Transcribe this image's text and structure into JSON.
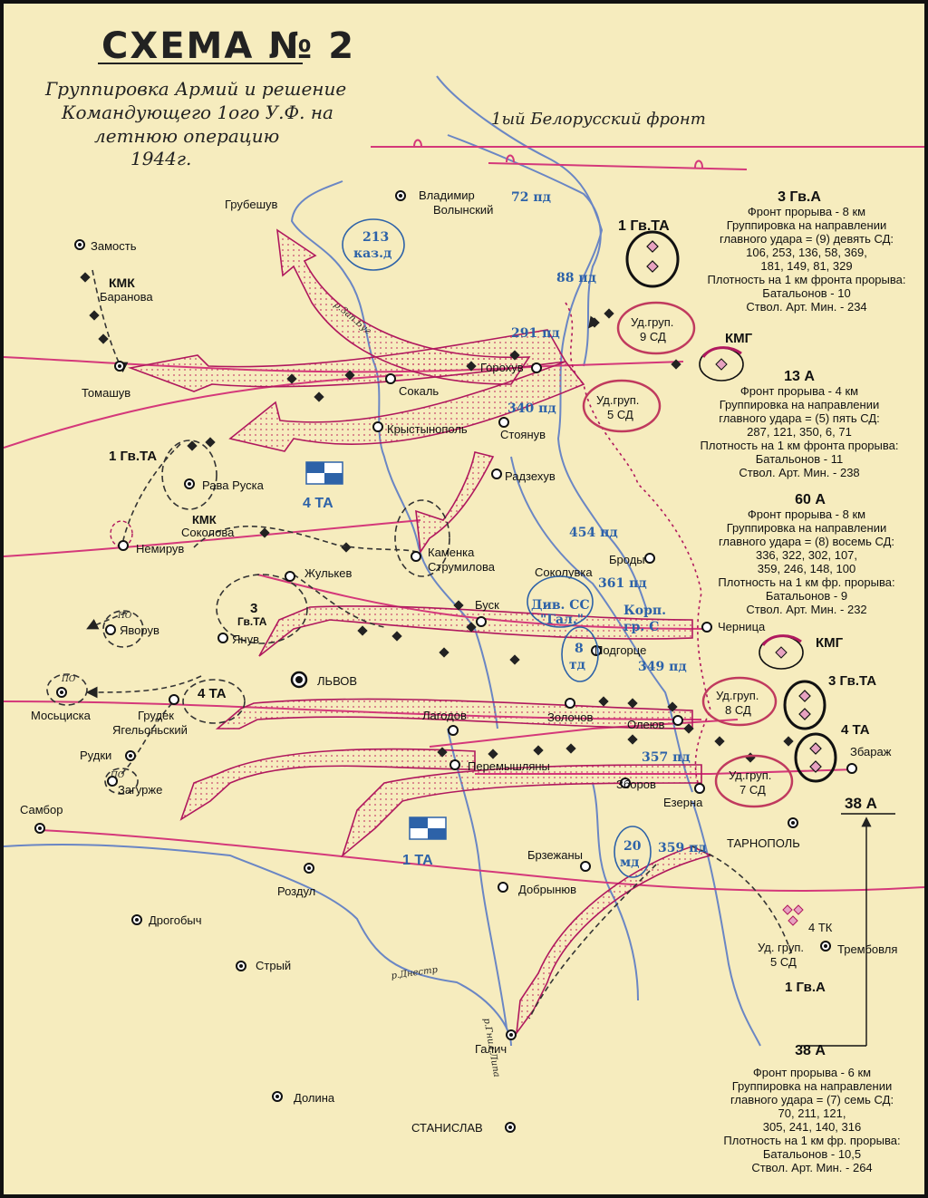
{
  "title": {
    "main": "СХЕМА № 2",
    "subtitle": [
      "Группировка Армий и решение",
      "Командующего 1ого У.Ф. на",
      "летнюю операцию",
      "1944г."
    ]
  },
  "front_label": "1ый Белорусский фронт",
  "cities": {
    "zamost": "Замость",
    "grubeshuv": "Грубешув",
    "vladimir": "Владимир",
    "volynsky": "Волынский",
    "tomashuv": "Томашув",
    "sokal": "Сокаль",
    "gorokhuv": "Горохув",
    "krystynopol": "Крыстынополь",
    "stoyanuv": "Стоянув",
    "radzekhuv": "Радзехув",
    "rava": "Рава Руска",
    "nemiruv": "Немирув",
    "kamenka1": "Каменка",
    "kamenka2": "Струмилова",
    "zhulkev": "Жулькев",
    "brody": "Броды",
    "sokolovka": "Соколувка",
    "busk": "Буск",
    "chernitsa": "Черница",
    "podgortse": "Подгорце",
    "yavoruv": "Яворув",
    "yanuv": "Янув",
    "lvov": "ЛЬВОВ",
    "mostsiska": "Мосьциска",
    "grudek1": "Грудек",
    "grudek2": "Ягельоньский",
    "lagodov": "Лагодов",
    "zolochov": "Золочов",
    "oleyuv": "Олеюв",
    "zbarazh": "Збараж",
    "rudki": "Рудки",
    "zagurzhe": "Загурже",
    "peremyshlyany": "Перемышляны",
    "zborov": "Зборов",
    "ezerna": "Езерна",
    "sambor": "Самбор",
    "tarnopol": "ТАРНОПОЛЬ",
    "brzezhany": "Брзежаны",
    "roczdul": "Роздул",
    "dobrynyuv": "Добрынюв",
    "drogobych": "Дрогобыч",
    "stryy": "Стрый",
    "trembovlya": "Трембовля",
    "galich": "Галич",
    "dolina": "Долина",
    "stanislav": "СТАНИСЛАВ"
  },
  "rivers": {
    "bug": "р.Зап.Буг",
    "dnestr": "р.Днестр",
    "gnila_lipa": "р.Гнил.Липа"
  },
  "units": {
    "d213": [
      "213",
      "каз.д"
    ],
    "pd72": "72 пд",
    "pd88": "88 пд",
    "pd291": "291 пд",
    "pd340": "340 пд",
    "pd454": "454 пд",
    "pd361": "361 пд",
    "ss_div": [
      "Див. СС",
      "\"Гал.\""
    ],
    "korp": [
      "Корп.",
      "гр. С"
    ],
    "td8": [
      "8",
      "тд"
    ],
    "pd349": "349 пд",
    "pd357": "357 пд",
    "md20": [
      "20",
      "мд"
    ],
    "pd359": "359 пд"
  },
  "formations": {
    "gv1_ta_top": "1 Гв.ТА",
    "kmk_baranova": [
      "КМК",
      "Баранова"
    ],
    "kmk_sokolova": [
      "КМК",
      "Соколова"
    ],
    "gv1_ta_left": "1 Гв.ТА",
    "gv3_ta_left": [
      "3",
      "Гв.ТА"
    ],
    "ta4_left": "4 ТА",
    "ta4_blue": "4 ТА",
    "ta1_blue": "1 ТА",
    "kmg1": "КМГ",
    "kmg2": "КМГ",
    "gv3_ta_right": "3 Гв.ТА",
    "ta4_right": "4 ТА",
    "tk4": "4 ТК",
    "gv1_a": "1 Гв.А",
    "a38_mid": "38 А",
    "po": "ПО"
  },
  "strike_groups": {
    "g9": [
      "Уд.груп.",
      "9 СД"
    ],
    "g5": [
      "Уд.груп.",
      "5 СД"
    ],
    "g8": [
      "Уд.груп.",
      "8 СД"
    ],
    "g7": [
      "Уд.груп.",
      "7 СД"
    ],
    "g5b": [
      "Уд. груп.",
      "5 СД"
    ]
  },
  "info_3gva": {
    "head": "3 Гв.А",
    "lines": [
      "Фронт прорыва - 8 км",
      "Группировка на направлении",
      "главного удара = (9) девять СД:",
      "106, 253, 136, 58, 369,",
      "181, 149, 81, 329",
      "Плотность на 1 км фронта прорыва:",
      "Батальонов - 10",
      "Ствол. Арт. Мин. - 234"
    ]
  },
  "info_13a": {
    "head": "13 А",
    "lines": [
      "Фронт прорыва - 4  км",
      "Группировка на направлении",
      "главного удара = (5) пять СД:",
      "287, 121, 350, 6, 71",
      "Плотность на 1 км фронта прорыва:",
      "Батальонов - 11",
      "Ствол. Арт. Мин. - 238"
    ]
  },
  "info_60a": {
    "head": "60 А",
    "lines": [
      "Фронт прорыва - 8 км",
      "Группировка на направлении",
      "главного удара = (8) восемь СД:",
      "336, 322, 302, 107,",
      "359, 246, 148, 100",
      "Плотность на 1 км фр. прорыва:",
      "Батальонов - 9",
      "Ствол. Арт. Мин. - 232"
    ]
  },
  "info_38a": {
    "head": "38 А",
    "lines": [
      "Фронт прорыва - 6 км",
      "Группировка на направлении",
      "главного удара = (7) семь СД:",
      "70, 211, 121,",
      "305, 241, 140, 316",
      "Плотность на 1 км фр. прорыва:",
      "Батальонов - 10,5",
      "Ствол. Арт. Мин. - 264"
    ]
  },
  "colors": {
    "paper": "#f6ecbe",
    "arrow": "#b0185e",
    "arrow_fill": "#e7a2a8",
    "front_line": "#d4387a",
    "river": "#6a86c4",
    "enemy_blue": "#2d62a8",
    "dark_border": "#222222"
  }
}
